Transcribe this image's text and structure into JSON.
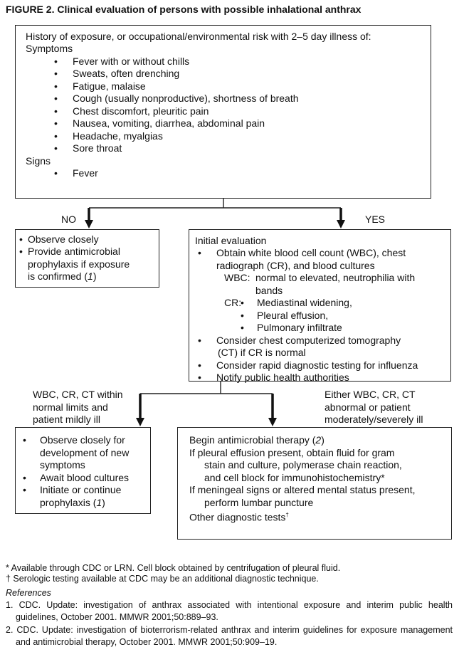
{
  "figure_title": "FIGURE 2. Clinical evaluation of persons with possible inhalational anthrax",
  "top_box": {
    "heading": "History of exposure, or occupational/environmental risk with 2–5 day illness of:",
    "symptoms_label": "Symptoms",
    "symptoms": [
      "Fever with or without chills",
      "Sweats, often drenching",
      "Fatigue, malaise",
      "Cough (usually nonproductive), shortness of breath",
      "Chest discomfort, pleuritic pain",
      "Nausea, vomiting, diarrhea, abdominal pain",
      "Headache, myalgias",
      "Sore throat"
    ],
    "signs_label": "Signs",
    "signs": [
      "Fever"
    ]
  },
  "branch1": {
    "no_label": "NO",
    "yes_label": "YES"
  },
  "no_box": {
    "items": [
      "Observe closely",
      "Provide antimicrobial",
      "prophylaxis if exposure",
      "is confirmed (",
      "1",
      ")"
    ]
  },
  "initial_box": {
    "heading": "Initial evaluation",
    "line1": "Obtain white blood cell count (WBC), chest",
    "line2": "radiograph (CR), and blood cultures",
    "wbc_label": "WBC:",
    "wbc_1": "normal to elevated, neutrophilia with",
    "wbc_2": "bands",
    "cr_label": "CR:",
    "cr_items": [
      "Mediastinal widening,",
      "Pleural effusion,",
      "Pulmonary infiltrate"
    ],
    "ct_1": "Consider chest computerized tomography",
    "ct_2": "(CT) if CR is normal",
    "flu": "Consider rapid diagnostic testing for influenza",
    "notify": "Notify public health authorities"
  },
  "branch2": {
    "left_1": "WBC, CR, CT within",
    "left_2": "normal limits and",
    "left_3": "patient mildly ill",
    "right_1": "Either WBC, CR, CT",
    "right_2": "abnormal or patient",
    "right_3": "moderately/severely ill"
  },
  "mild_box": {
    "l1": "Observe closely for",
    "l2": "development of new",
    "l3": "symptoms",
    "l4": "Await blood cultures",
    "l5": "Initiate or continue",
    "l6a": "prophylaxis (",
    "l6b": "1",
    "l6c": ")"
  },
  "therapy_box": {
    "l1a": "Begin antimicrobial therapy (",
    "l1b": "2",
    "l1c": ")",
    "l2": "If pleural effusion present, obtain fluid for gram",
    "l3": "stain and culture, polymerase chain reaction,",
    "l4": "and cell block for immunohistochemistry*",
    "l5": "If meningeal signs or altered mental status present,",
    "l6": "perform lumbar puncture",
    "l7": "Other diagnostic tests",
    "l7sup": "†"
  },
  "footnotes": [
    "* Available through CDC or LRN. Cell block obtained by centrifugation of pleural fluid.",
    "† Serologic testing available at CDC may be an additional diagnostic technique."
  ],
  "references_label": "References",
  "references": [
    "1. CDC. Update: investigation of anthrax associated with intentional exposure and interim public health guidelines, October 2001. MMWR 2001;50:889–93.",
    "2. CDC. Update: investigation of bioterrorism-related anthrax and interim guidelines for exposure management and antimicrobial therapy, October 2001. MMWR 2001;50:909–19."
  ]
}
